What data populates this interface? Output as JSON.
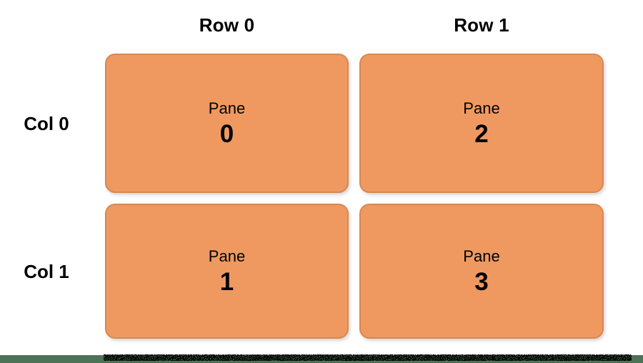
{
  "diagram": {
    "column_headers": [
      {
        "label": "Row 0"
      },
      {
        "label": "Row 1"
      }
    ],
    "row_headers": [
      {
        "label": "Col 0"
      },
      {
        "label": "Col 1"
      }
    ],
    "panes": [
      {
        "title": "Pane",
        "number": "0"
      },
      {
        "title": "Pane",
        "number": "1"
      },
      {
        "title": "Pane",
        "number": "2"
      },
      {
        "title": "Pane",
        "number": "3"
      }
    ],
    "colors": {
      "pane_fill": "#EF9960",
      "pane_border": "#D8884F",
      "label_text": "#000000",
      "background": "#FFFFFF",
      "status_bar_green": "#4D7256"
    }
  }
}
